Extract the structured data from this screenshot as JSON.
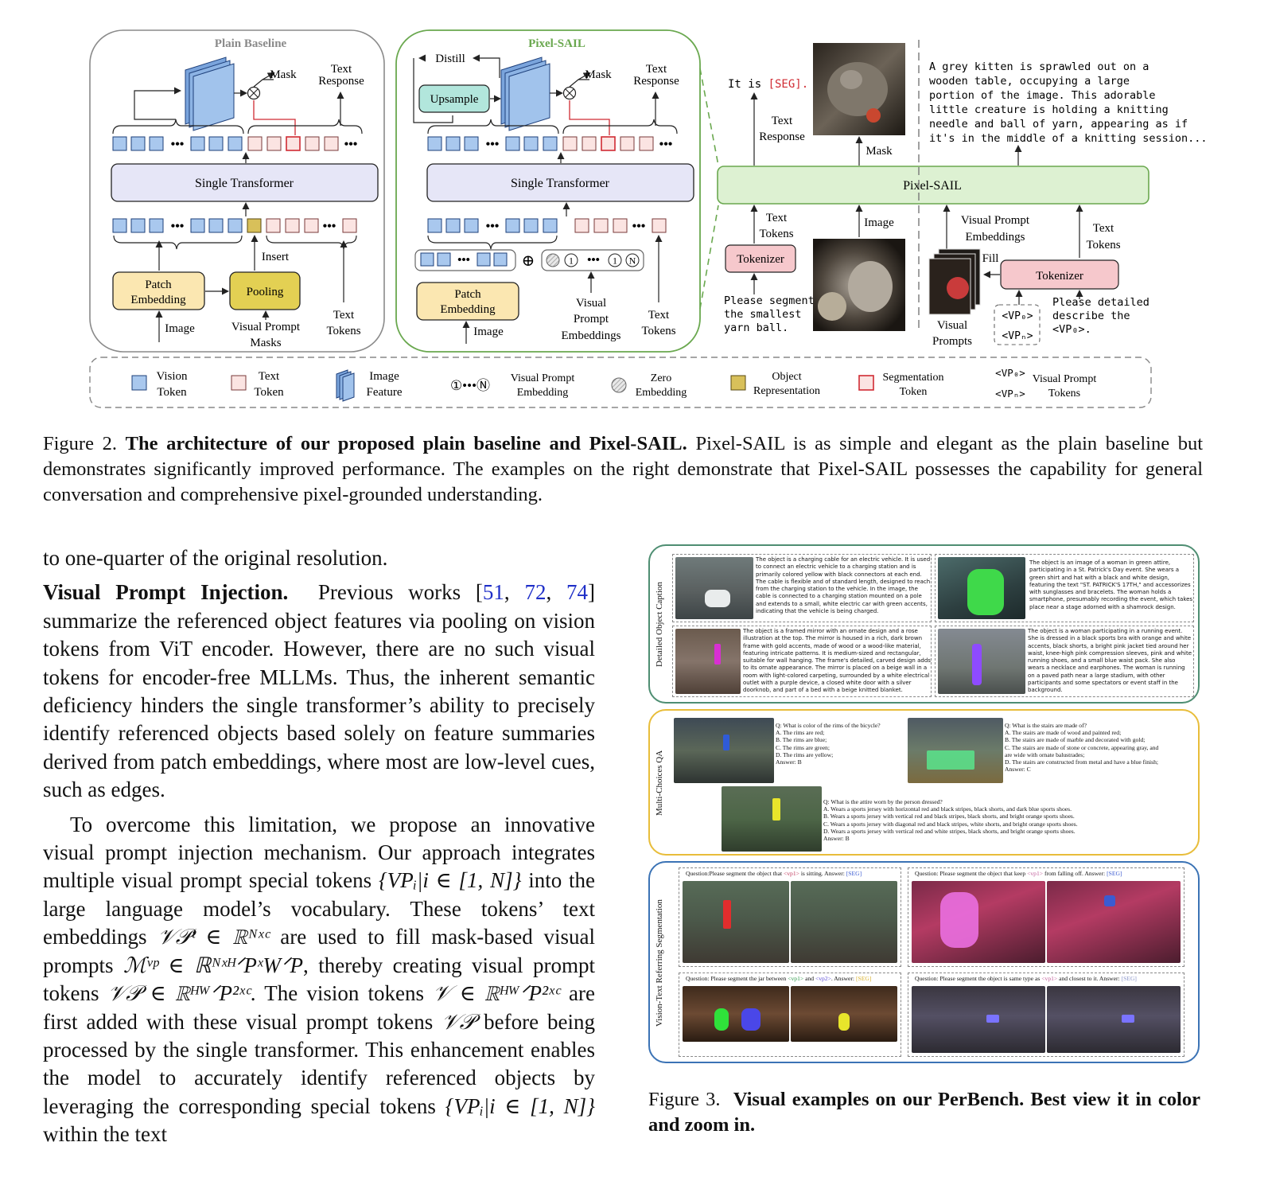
{
  "figure2": {
    "plain_baseline": {
      "title": "Plain Baseline",
      "mask": "Mask",
      "text_response": [
        "Text",
        "Response"
      ],
      "single_transformer": "Single Transformer",
      "insert": "Insert",
      "patch_embedding": [
        "Patch",
        "Embedding"
      ],
      "pooling": "Pooling",
      "image": "Image",
      "visual_prompt_masks": [
        "Visual Prompt",
        "Masks"
      ],
      "text_tokens": [
        "Text",
        "Tokens"
      ]
    },
    "pixel_sail": {
      "title": "Pixel-SAIL",
      "distill": "Distill",
      "upsample": "Upsample",
      "mask": "Mask",
      "text_response": [
        "Text",
        "Response"
      ],
      "single_transformer": "Single Transformer",
      "patch_embedding": [
        "Patch",
        "Embedding"
      ],
      "image": "Image",
      "visual_prompt_embeddings": [
        "Visual",
        "Prompt",
        "Embeddings"
      ],
      "text_tokens": [
        "Text",
        "Tokens"
      ]
    },
    "examples": {
      "pixel_sail": "Pixel-SAIL",
      "it_is": "It is ",
      "seg": "[SEG].",
      "text_response": [
        "Text",
        "Response"
      ],
      "mask": "Mask",
      "text_tokens": [
        "Text",
        "Tokens"
      ],
      "image": "Image",
      "tokenizer": "Tokenizer",
      "prompt_left": [
        "Please segment",
        "the smallest",
        "yarn ball."
      ],
      "caption": [
        "A grey kitten is sprawled out on a",
        "wooden table, occupying a large",
        "portion of the image. This adorable",
        "little creature is holding a knitting",
        "needle and ball of yarn, appearing as if",
        "it's in the middle of a knitting session..."
      ],
      "visual_prompt_embeddings": [
        "Visual Prompt",
        "Embeddings"
      ],
      "text_tokens_right": [
        "Text",
        "Tokens"
      ],
      "fill": "Fill",
      "tokenizer_right": "Tokenizer",
      "visual_prompts": [
        "Visual",
        "Prompts"
      ],
      "vp0": "<VP₀>",
      "vpn": "<VPₙ>",
      "prompt_right": [
        "Please detailed",
        "describe the",
        "<VP₀>."
      ]
    },
    "legend": {
      "vision_token": [
        "Vision",
        "Token"
      ],
      "text_token": [
        "Text",
        "Token"
      ],
      "image_feature": [
        "Image",
        "Feature"
      ],
      "vp_embedding_symbol": "①•••Ⓝ",
      "vp_embedding": [
        "Visual Prompt",
        "Embedding"
      ],
      "zero_embedding": [
        "Zero",
        "Embedding"
      ],
      "object_representation": [
        "Object",
        "Representation"
      ],
      "segmentation_token": [
        "Segmentation",
        "Token"
      ],
      "vp_tokens_symbol": [
        "<VP₀>",
        "<VPₙ>"
      ],
      "vp_tokens": [
        "Visual Prompt",
        "Tokens"
      ]
    },
    "caption_label": "Figure 2.",
    "caption_bold": "The architecture of our proposed plain baseline and Pixel-SAIL.",
    "caption_rest": "Pixel-SAIL is as simple and elegant as the plain baseline but demonstrates significantly improved performance. The examples on the right demonstrate that Pixel-SAIL possesses the capability for general conversation and comprehensive pixel-grounded understanding."
  },
  "body": {
    "p0": "to one-quarter of the original resolution.",
    "heading": "Visual Prompt Injection.",
    "p1_a": "Previous works [",
    "cite1": "51",
    "cite2": "72",
    "cite3": "74",
    "p1_b": "] summarize the referenced object features via pooling on vision tokens from ViT encoder. However, there are no such visual tokens for encoder-free MLLMs. Thus, the inherent semantic deficiency hinders the single transformer’s ability to precisely identify referenced objects based solely on feature summaries derived from patch embeddings, where most are low-level cues, such as edges.",
    "p2_a": "To overcome this limitation, we propose an innovative visual prompt injection mechanism. Our approach integrates multiple visual prompt special tokens ",
    "m1": "{VPᵢ|i ∈ [1, N]}",
    "p2_b": " into the large language model’s vocabulary. These tokens’ text embeddings ",
    "m2": "𝒱𝒫ᵗ ∈ ℝᴺˣᶜ",
    "p2_c": " are used to fill mask-based visual prompts ",
    "m3": "ℳᵛᵖ ∈ ℝᴺˣᴴᐟPˣWᐟP",
    "p2_d": ", thereby creating visual prompt tokens ",
    "m4": "𝒱𝒫 ∈ ℝᴴᵂᐟP²ˣᶜ",
    "p2_e": ". The vision tokens ",
    "m5": "𝒱 ∈ ℝᴴᵂᐟP²ˣᶜ",
    "p2_f": " are first added with these visual prompt tokens ",
    "m6": "𝒱𝒫",
    "p2_g": " before being processed by the single transformer. This enhancement enables the model to accurately identify referenced objects by leveraging the corresponding special tokens ",
    "m7": "{VPᵢ|i ∈ [1, N]}",
    "p2_h": " within the text"
  },
  "figure3": {
    "section1": "Detailed Object Caption",
    "section2": "Multi-Choices QA",
    "section3": "Vision-Text Referring Segmentation",
    "cap1": "The object is a charging cable for an electric vehicle. It is used to connect an electric vehicle to a charging station and is primarily colored yellow with black connectors at each end. The cable is flexible and of standard length, designed to reach from the charging station to the vehicle. In the image, the cable is connected to a charging station mounted on a pole and extends to a small, white electric car with green accents, indicating that the vehicle is being charged.",
    "cap2": "The object is an image of a woman in green attire, participating in a St. Patrick's Day event. She wears a green shirt and hat with a black and white design, featuring the text \"ST. PATRICK'S 17TH,\" and accessorizes with sunglasses and bracelets. The woman holds a smartphone, presumably recording the event, which takes place near a stage adorned with a shamrock design.",
    "cap3": "The object is a framed mirror with an ornate design and a rose illustration at the top. The mirror is housed in a rich, dark brown frame with gold accents, made of wood or a wood-like material, featuring intricate patterns. It is medium-sized and rectangular, suitable for wall hanging. The frame's detailed, carved design adds to its ornate appearance. The mirror is placed on a beige wall in a room with light-colored carpeting, surrounded by a white electrical outlet with a purple device, a closed white door with a silver doorknob, and part of a bed with a beige knitted blanket.",
    "cap4": "The object is a woman participating in a running event. She is dressed in a black sports bra with orange and white accents, black shorts, a bright pink jacket tied around her waist, knee-high pink compression sleeves, pink and white running shoes, and a small blue waist pack. She also wears a necklace and earphones. The woman is running on a paved path near a large stadium, with other participants and some spectators or event staff in the background.",
    "qa1": [
      "Q: What is color of the rims of the bicycle?",
      "A. The rims are red;",
      "B. The rims are blue;",
      "C. The rims are green;",
      "D. The rims are yellow;",
      "Answer: B"
    ],
    "qa2": [
      "Q: What is the stairs are made of?",
      "A. The stairs are made of wood and painted red;",
      "B. The stairs are made of marble and decorated with gold;",
      "C. The stairs are made of stone or concrete, appearing gray, and",
      "are wide with ornate balustrades;",
      "D. The stairs are constructed from metal and have a blue finish;",
      "Answer: C"
    ],
    "qa3": [
      "Q: What is the attire worn by the person dressed?",
      "A. Wears a sports jersey with horizontal red and black stripes, black shorts, and dark blue sports shoes.",
      "B. Wears a sports jersey with vertical red and black stripes, black shorts, and bright orange sports shoes.",
      "C. Wears a sports jersey with diagonal red and black stripes, white shorts, and bright orange sports shoes.",
      "D. Wears a sports jersey with vertical red and white stripes, black shorts, and bright orange sports shoes.",
      "Answer: B"
    ],
    "seg1": {
      "a": "Question:Please segment the object that ",
      "vp": "<vp1>",
      "b": " is sitting. Answer: ",
      "seg": "[SEG]"
    },
    "seg2": {
      "a": "Question: Please segment the object that keep ",
      "vp": "<vp1>",
      "b": " from falling off. Answer: ",
      "seg": "[SEG]"
    },
    "seg3": {
      "a": "Question: Please segment the jar between ",
      "vp": "<vp1>",
      "mid": " and ",
      "vp2": "<vp2>",
      "b": ". Answer: ",
      "seg": "[SEG]"
    },
    "seg4": {
      "a": "Question: Please segment the object is same type as ",
      "vp": "<vp1>",
      "b": " and closest to it. Answer: ",
      "seg": "[SEG]"
    },
    "caption_label": "Figure 3.",
    "caption_bold": "Visual examples on our PerBench. Best view it in color and zoom in."
  },
  "colors": {
    "vision_token": "#a9c8ee",
    "text_token": "#fbe4e2",
    "seg_token": "#e0434b",
    "object_rep": "#d8c05a",
    "pixel_sail_green": "#6aa84f",
    "transformer": "#e6e6f7",
    "tokenizer": "#f6c8cc",
    "upsample": "#b2e6dc",
    "patch_embed": "#fbe7b1",
    "pooling": "#e3d053",
    "cite_blue": "#1f2fc8"
  }
}
